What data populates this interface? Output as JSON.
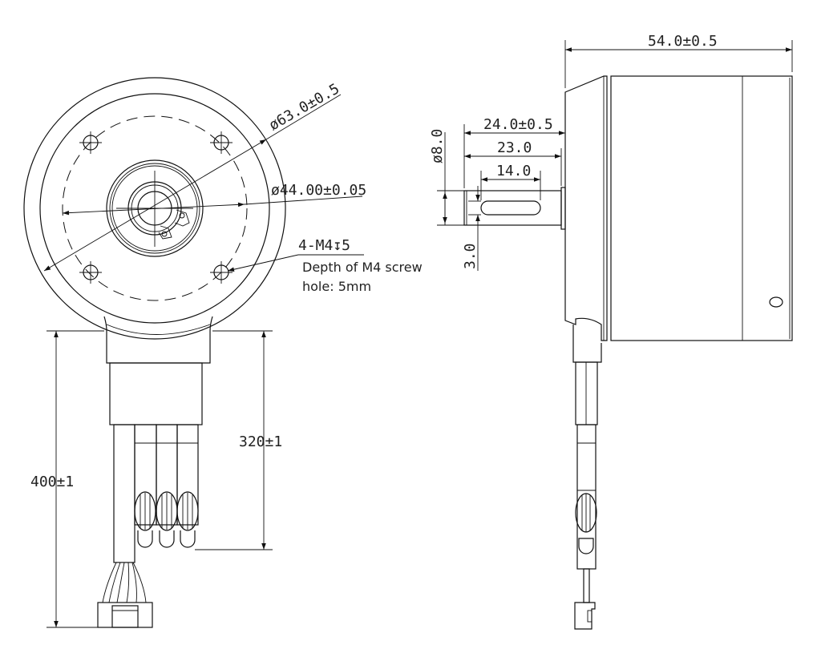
{
  "front_view": {
    "outer_diameter": "ø63.0±0.5",
    "bolt_circle_diameter": "ø44.00±0.05",
    "screw_spec": "4-M4↧5",
    "screw_note_line1": "Depth of M4 screw",
    "screw_note_line2": "hole: 5mm",
    "total_cable_length": "400±1",
    "connector_cable_length": "320±1"
  },
  "side_view": {
    "body_length": "54.0±0.5",
    "shaft_length": "24.0±0.5",
    "shaft_usable_length": "23.0",
    "keyway_length": "14.0",
    "shaft_diameter": "ø8.0",
    "keyway_width": "3.0"
  }
}
